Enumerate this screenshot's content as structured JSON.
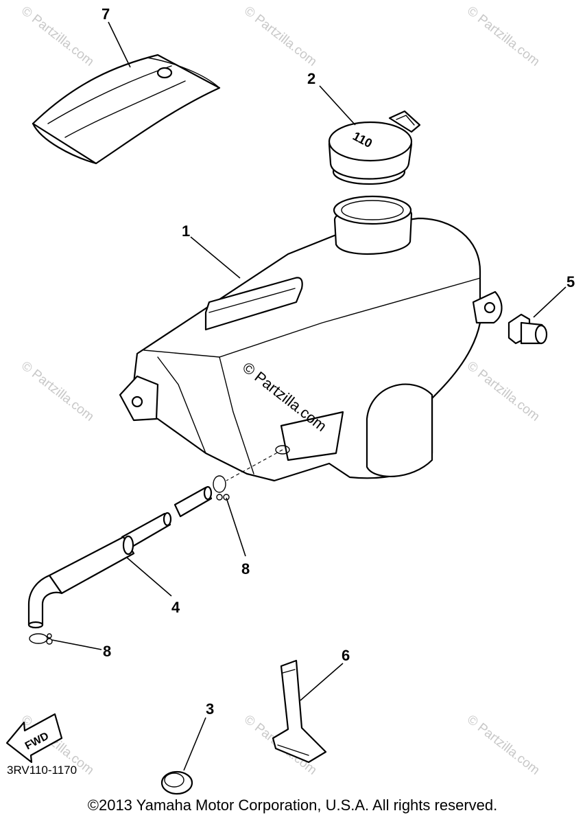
{
  "callouts": {
    "c1": "1",
    "c2": "2",
    "c3": "3",
    "c4": "4",
    "c5": "5",
    "c6": "6",
    "c7": "7",
    "c8a": "8",
    "c8b": "8"
  },
  "cap_marking": "110",
  "fwd_label": "FWD",
  "diagram_code": "3RV110-1170",
  "watermark_text": "© Partzilla.com",
  "copyright": "©2013 Yamaha Motor Corporation, U.S.A. All rights reserved."
}
